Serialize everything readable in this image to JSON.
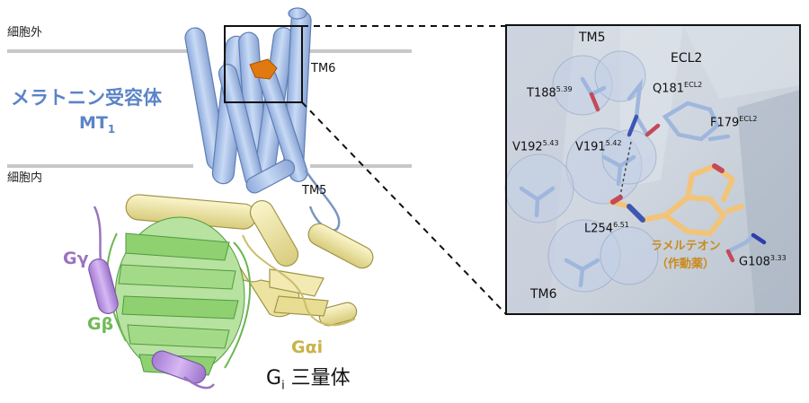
{
  "membrane": {
    "outer_label": "細胞外",
    "inner_label": "細胞内"
  },
  "receptor": {
    "name": "メラトニン受容体",
    "short": "MT",
    "subscript": "1"
  },
  "overview_labels": {
    "tm6": "TM6",
    "tm5": "TM5"
  },
  "g_protein": {
    "gamma": "Gγ",
    "beta": "Gβ",
    "alpha": "Gαi",
    "trimer_main": "G",
    "trimer_sub": "i",
    "trimer_suffix": " 三量体"
  },
  "inset": {
    "helix_labels": {
      "tm5": "TM5",
      "ecl2": "ECL2",
      "tm6": "TM6"
    },
    "residues": [
      {
        "id": "t188",
        "name": "T188",
        "sup": "5.39"
      },
      {
        "id": "q181",
        "name": "Q181",
        "sup": "ECL2"
      },
      {
        "id": "f179",
        "name": "F179",
        "sup": "ECL2"
      },
      {
        "id": "v192",
        "name": "V192",
        "sup": "5.43"
      },
      {
        "id": "v191",
        "name": "V191",
        "sup": "5.42"
      },
      {
        "id": "l254",
        "name": "L254",
        "sup": "6.51"
      },
      {
        "id": "g108",
        "name": "G108",
        "sup": "3.33"
      }
    ],
    "ligand": {
      "name": "ラメルテオン",
      "role": "（作動薬）"
    }
  },
  "colors": {
    "receptor": "#a9c3ec",
    "receptor_stroke": "#5d7fb3",
    "g_alpha": "#f0e6a2",
    "g_beta": "#a8dc8e",
    "g_gamma": "#c39be6",
    "ligand": "#f2c479",
    "membrane": "#c8c8c8"
  }
}
